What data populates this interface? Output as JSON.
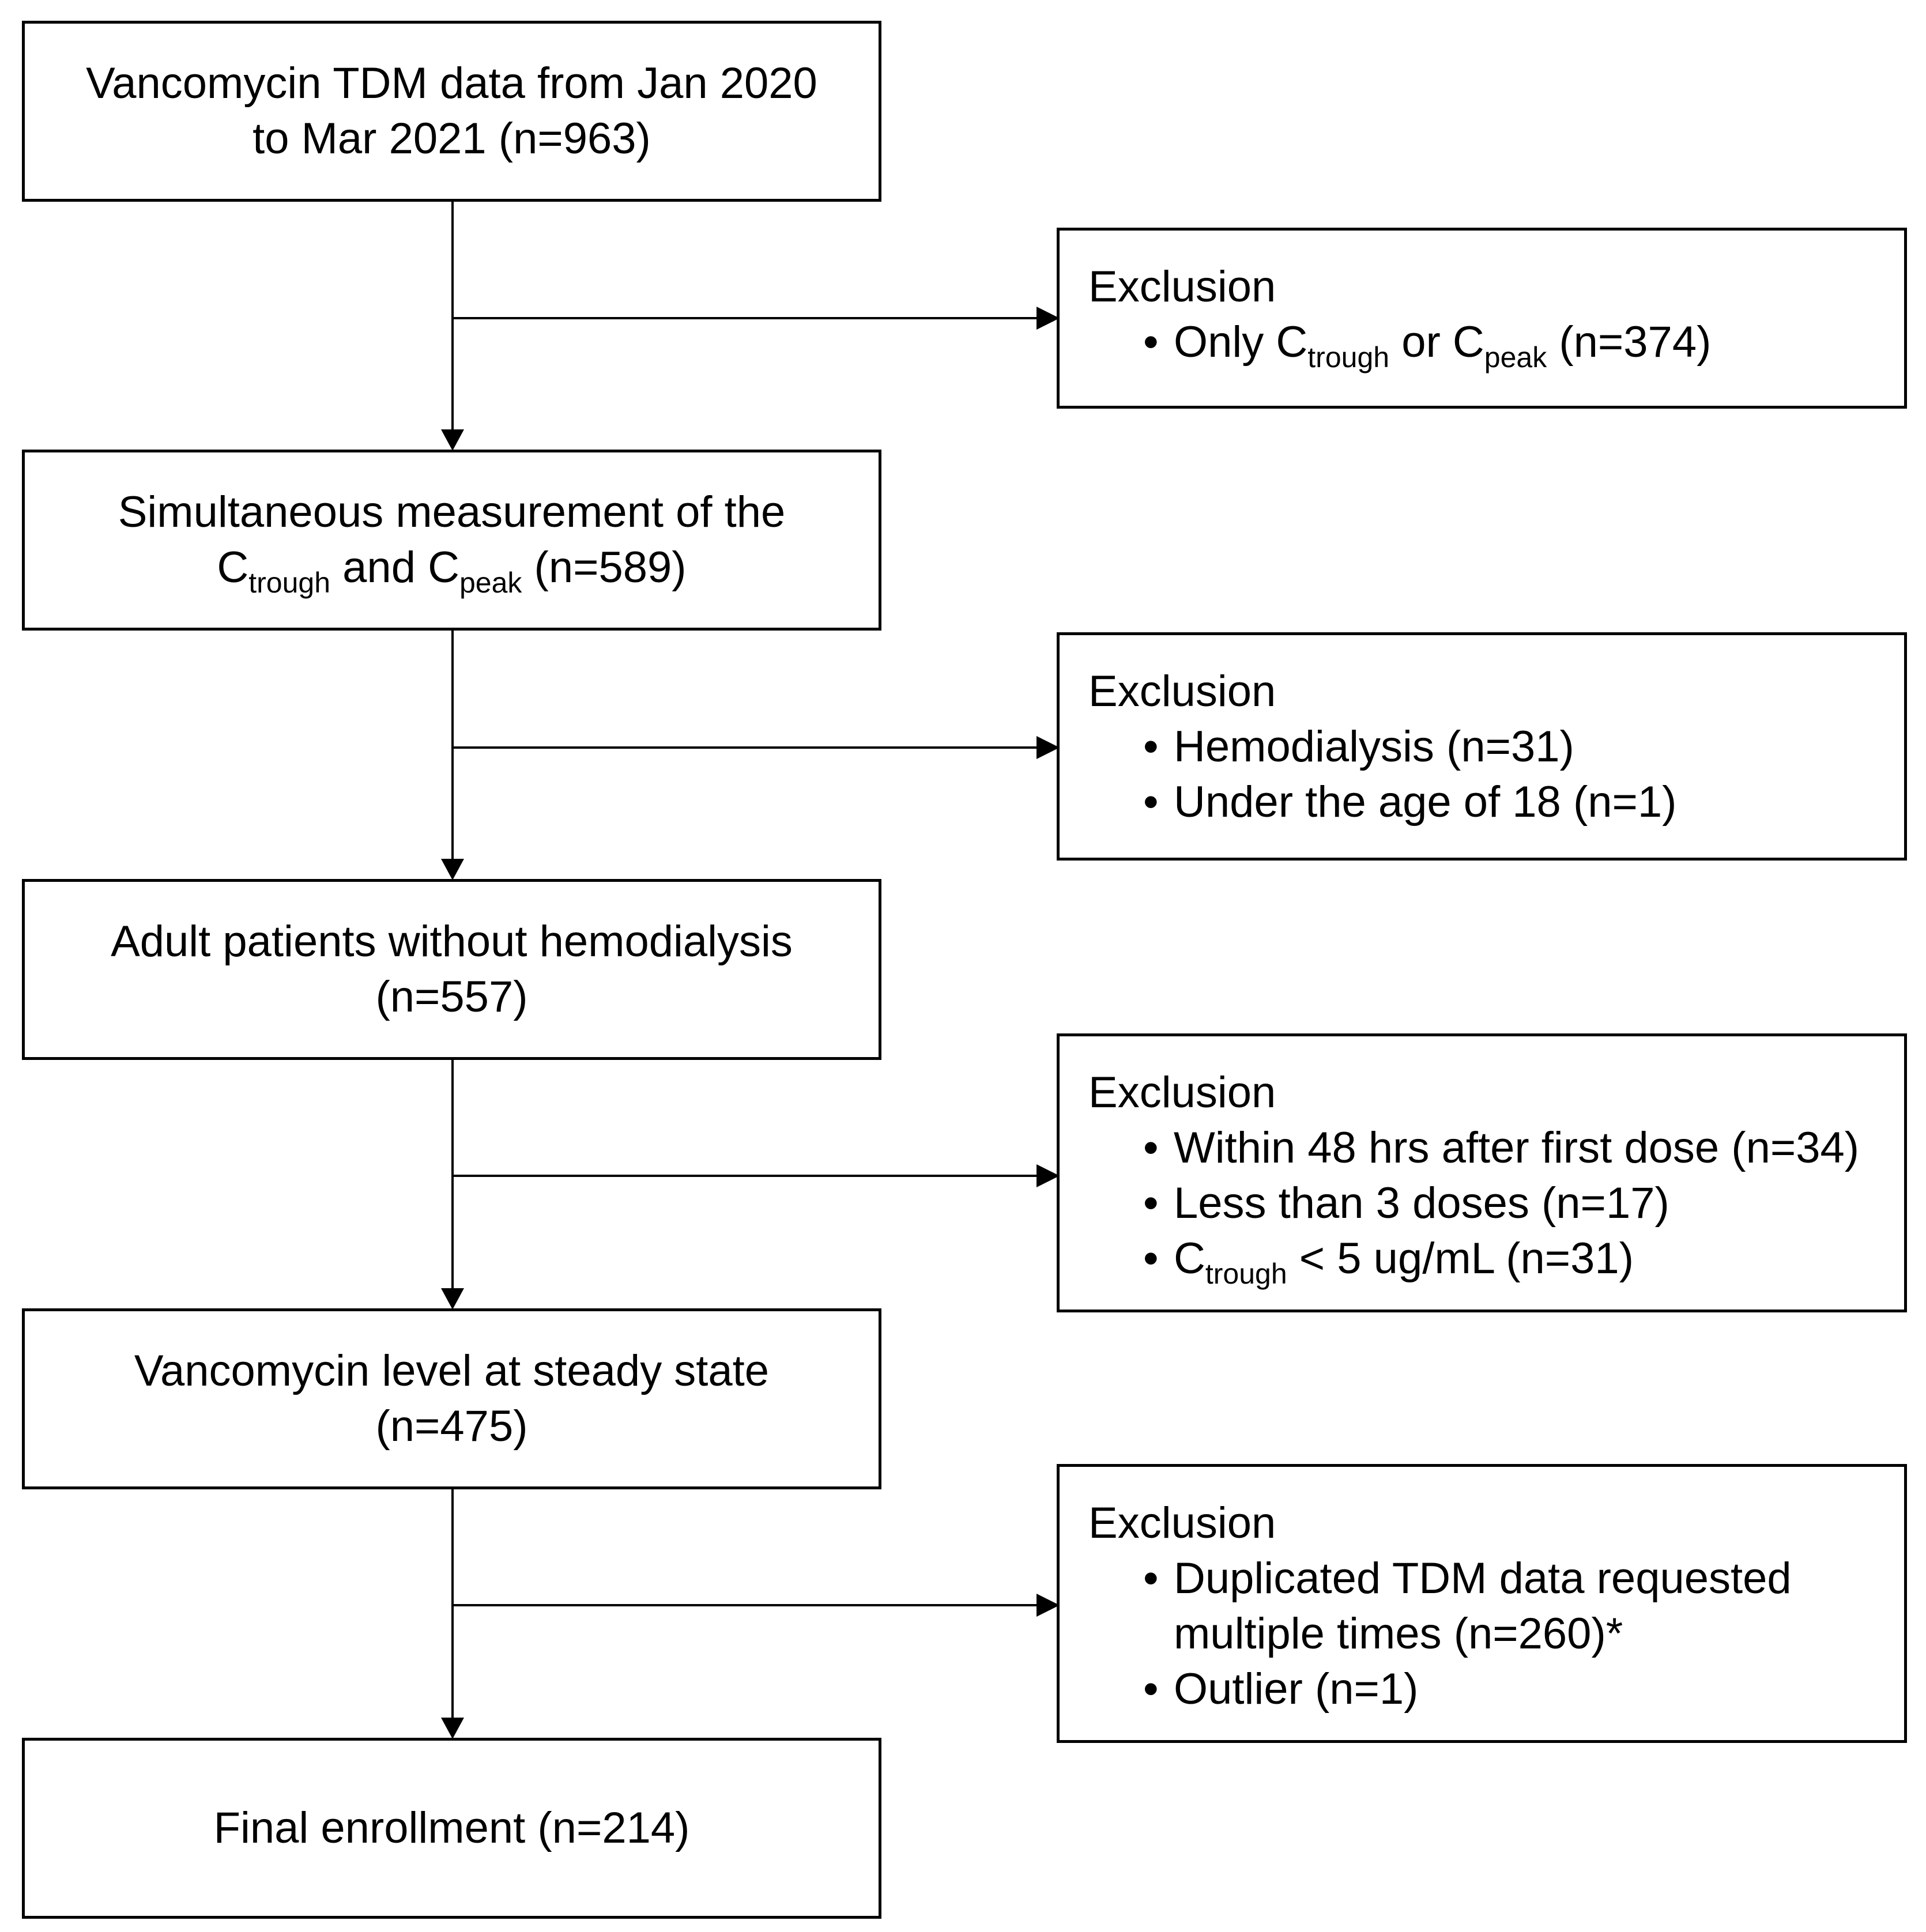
{
  "main_boxes": {
    "box1": {
      "line1": "Vancomycin TDM data from Jan 2020",
      "line2": "to Mar 2021 (n=963)"
    },
    "box2": {
      "line1": "Simultaneous measurement of the",
      "c1": "C",
      "c1_sub": "trough",
      "and": "and",
      "c2": "C",
      "c2_sub": "peak",
      "n": "(n=589)"
    },
    "box3": {
      "line1": "Adult patients without hemodialysis",
      "line2": "(n=557)"
    },
    "box4": {
      "line1": "Vancomycin level at steady state",
      "line2": "(n=475)"
    },
    "box5": {
      "line1": "Final enrollment (n=214)"
    }
  },
  "exclusion_boxes": {
    "bullet": "•",
    "ex1": {
      "title": "Exclusion",
      "item1": {
        "prefix": "Only C",
        "sub1": "trough",
        "mid": "or C",
        "sub2": "peak",
        "n": "(n=374)"
      }
    },
    "ex2": {
      "title": "Exclusion",
      "item1": "Hemodialysis (n=31)",
      "item2": "Under the age of 18 (n=1)"
    },
    "ex3": {
      "title": "Exclusion",
      "item1": "Within 48 hrs after first dose (n=34)",
      "item2": "Less than 3 doses (n=17)",
      "item3": {
        "prefix": "C",
        "sub": "trough",
        "rest": "< 5 ug/mL (n=31)"
      }
    },
    "ex4": {
      "title": "Exclusion",
      "item1_line1": "Duplicated TDM data requested",
      "item1_line2": "multiple times (n=260)*",
      "item2": "Outlier (n=1)"
    }
  }
}
